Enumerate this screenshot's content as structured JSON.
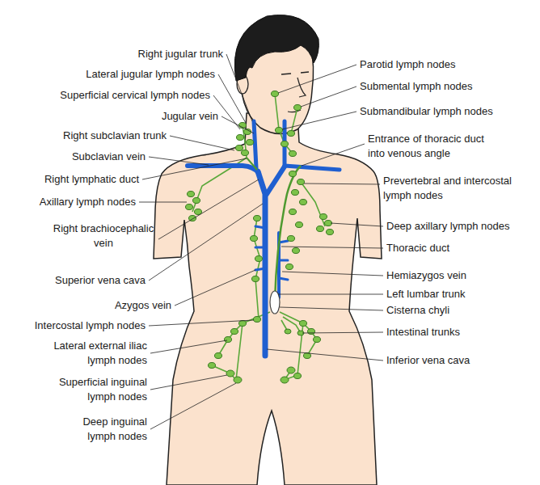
{
  "diagram": {
    "labels": [
      "Right jugular trunk",
      "Lateral jugular lymph nodes",
      "Superficial cervical lymph nodes",
      "Jugular vein",
      "Right subclavian trunk",
      "Subclavian vein",
      "Right lymphatic duct",
      "Axillary lymph nodes",
      "Right brachiocephalic vein",
      "Superior vena cava",
      "Azygos vein",
      "Intercostal lymph nodes",
      "Lateral external iliac lymph nodes",
      "Superficial inguinal lymph nodes",
      "Deep inguinal lymph nodes",
      "Parotid lymph nodes",
      "Submental lymph nodes",
      "Submandibular lymph nodes",
      "Entrance of thoracic duct into venous angle",
      "Prevertebral and intercostal lymph nodes",
      "Deep axillary lymph nodes",
      "Thoracic duct",
      "Hemiazygos vein",
      "Left lumbar trunk",
      "Cisterna chyli",
      "Intestinal trunks",
      "Inferior vena cava"
    ]
  }
}
